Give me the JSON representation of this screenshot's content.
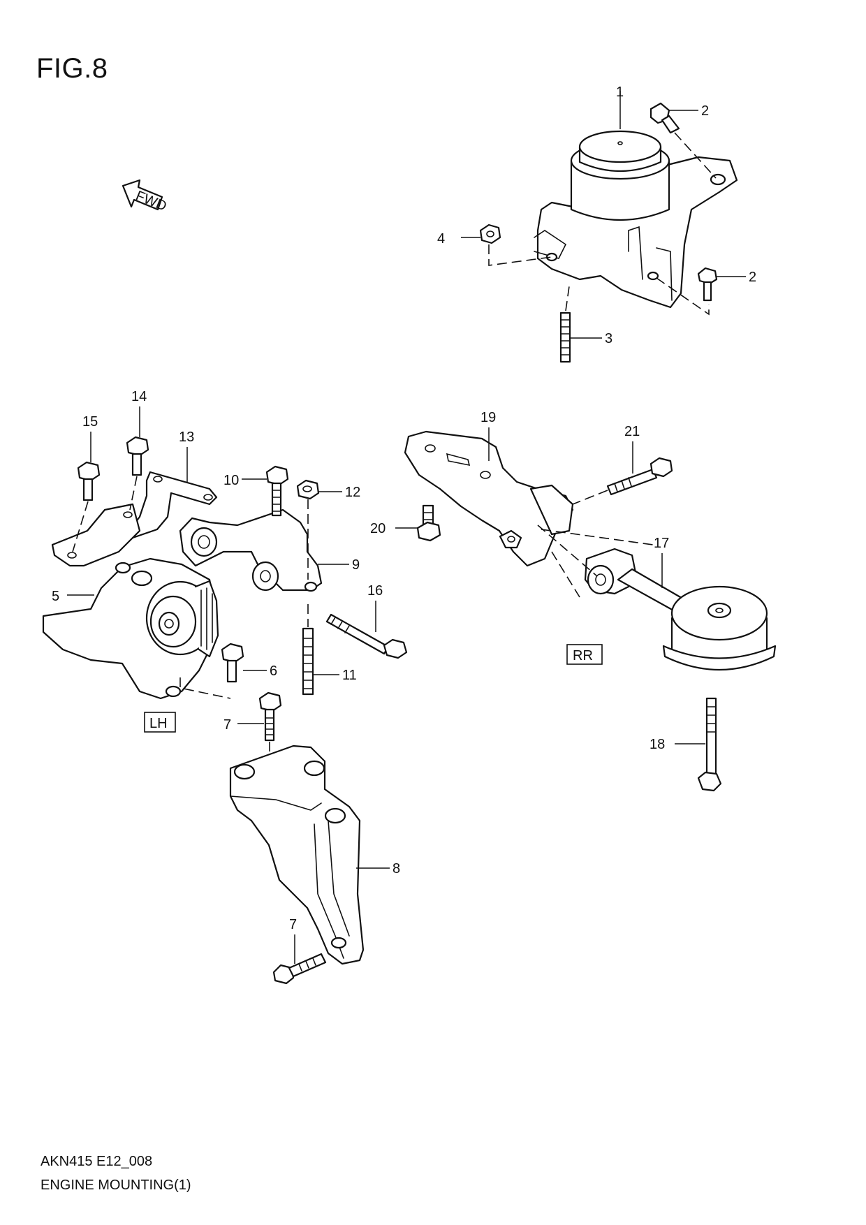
{
  "figure": {
    "title": "FIG.8",
    "code": "AKN415 E12_008",
    "description": "ENGINE MOUNTING(1)"
  },
  "direction_tag": "FWD",
  "side_tags": {
    "lh": "LH",
    "rr": "RR"
  },
  "callouts": {
    "c1": "1",
    "c2a": "2",
    "c2b": "2",
    "c3": "3",
    "c4": "4",
    "c5": "5",
    "c6": "6",
    "c7a": "7",
    "c7b": "7",
    "c8": "8",
    "c9": "9",
    "c10": "10",
    "c11": "11",
    "c12": "12",
    "c13": "13",
    "c14": "14",
    "c15": "15",
    "c16": "16",
    "c17": "17",
    "c18": "18",
    "c19": "19",
    "c20": "20",
    "c21": "21"
  }
}
